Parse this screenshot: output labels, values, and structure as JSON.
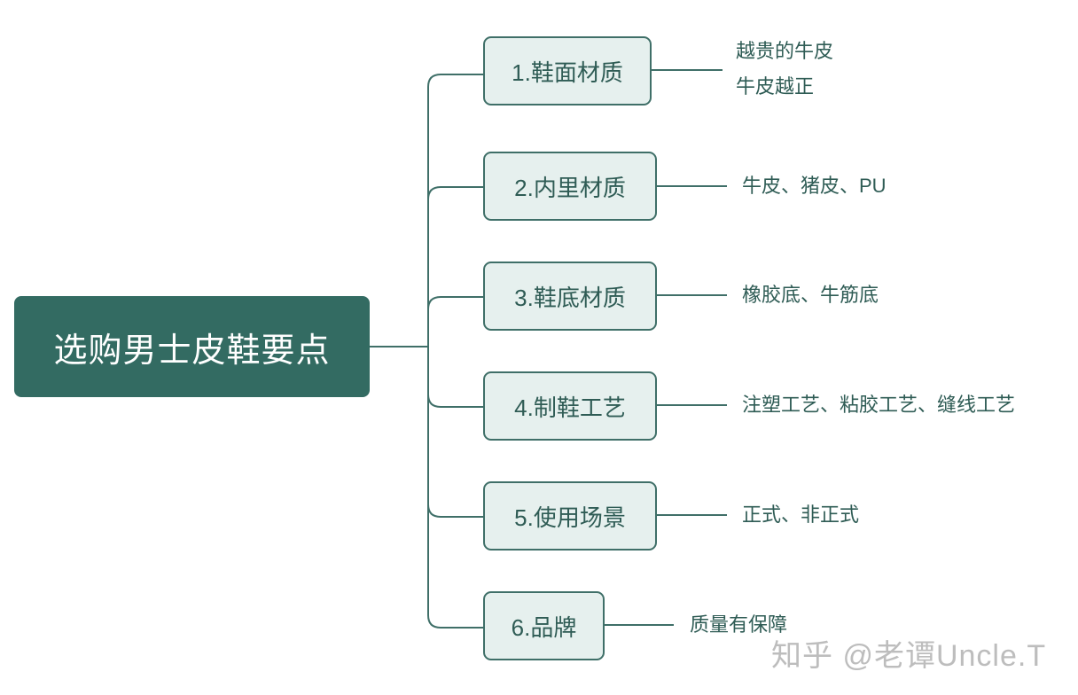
{
  "root": {
    "label": "选购男士皮鞋要点"
  },
  "branches": [
    {
      "label": "1.鞋面材质",
      "details": [
        "越贵的牛皮",
        "牛皮越正"
      ]
    },
    {
      "label": "2.内里材质",
      "details": [
        "牛皮、猪皮、PU"
      ]
    },
    {
      "label": "3.鞋底材质",
      "details": [
        "橡胶底、牛筋底"
      ]
    },
    {
      "label": "4.制鞋工艺",
      "details": [
        "注塑工艺、粘胶工艺、缝线工艺"
      ]
    },
    {
      "label": "5.使用场景",
      "details": [
        "正式、非正式"
      ]
    },
    {
      "label": "6.品牌",
      "details": [
        "质量有保障"
      ]
    }
  ],
  "watermark": "知乎 @老谭Uncle.T",
  "colors": {
    "root": "#336b62",
    "node_fill": "#e6f0ee",
    "line": "#3f6f68",
    "text": "#2f5c55"
  }
}
